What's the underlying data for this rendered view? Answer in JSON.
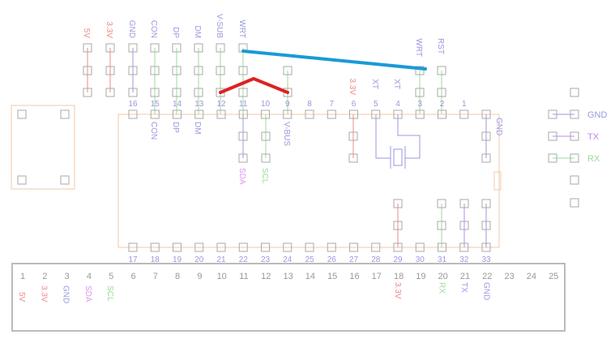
{
  "colors": {
    "power": "#ee8888",
    "signal": "#9999dd",
    "green": "#99dd99",
    "pink": "#dd99ee",
    "purple": "#bb88ee",
    "pad": "#aaaaaa",
    "outline": "#f0c8a8",
    "jumper_blue": "#1a9ad6",
    "jumper_red": "#dd2222",
    "frame": "#bbbbbb",
    "number": "#999999"
  },
  "header_labels": [
    {
      "text": "5V",
      "color": "power"
    },
    {
      "text": "3.3V",
      "color": "power"
    },
    {
      "text": "GND",
      "color": "signal"
    },
    {
      "text": "CON",
      "color": "signal"
    },
    {
      "text": "DP",
      "color": "signal"
    },
    {
      "text": "DM",
      "color": "signal"
    },
    {
      "text": "V-SUB",
      "color": "signal"
    },
    {
      "text": "WRT",
      "color": "signal"
    }
  ],
  "upper_right_labels": [
    {
      "text": "3.3V",
      "color": "power"
    },
    {
      "text": "XT",
      "color": "signal"
    },
    {
      "text": "XT",
      "color": "signal"
    },
    {
      "text": "WRT",
      "color": "signal"
    },
    {
      "text": "RST",
      "color": "signal"
    }
  ],
  "chip_top_pins": [
    "16",
    "15",
    "14",
    "13",
    "12",
    "11",
    "10",
    "9",
    "8",
    "7",
    "6",
    "5",
    "4",
    "3",
    "2",
    "1"
  ],
  "chip_bottom_pins": [
    "17",
    "18",
    "19",
    "20",
    "21",
    "22",
    "23",
    "24",
    "25",
    "26",
    "27",
    "28",
    "29",
    "30",
    "31",
    "32",
    "33"
  ],
  "under_labels": [
    {
      "text": "CON",
      "color": "signal"
    },
    {
      "text": "DP",
      "color": "signal"
    },
    {
      "text": "DM",
      "color": "signal"
    },
    {
      "text": "V-BUS",
      "color": "signal"
    },
    {
      "text": "SDA",
      "color": "pink"
    },
    {
      "text": "SCL",
      "color": "green"
    },
    {
      "text": "GND",
      "color": "signal"
    }
  ],
  "connector_labels": [
    {
      "text": "GND",
      "color": "signal"
    },
    {
      "text": "TX",
      "color": "purple"
    },
    {
      "text": "RX",
      "color": "green"
    }
  ],
  "bottom_numbers": [
    "1",
    "2",
    "3",
    "4",
    "5",
    "6",
    "7",
    "8",
    "9",
    "10",
    "11",
    "12",
    "13",
    "14",
    "15",
    "16",
    "17",
    "18",
    "19",
    "20",
    "21",
    "22",
    "23",
    "24",
    "25"
  ],
  "bottom_labels": [
    {
      "text": "5V",
      "color": "power"
    },
    {
      "text": "3.3V",
      "color": "power"
    },
    {
      "text": "GND",
      "color": "signal"
    },
    {
      "text": "SDA",
      "color": "pink"
    },
    {
      "text": "SCL",
      "color": "green"
    },
    {
      "text": "3.3V",
      "color": "power"
    },
    {
      "text": "RX",
      "color": "green"
    },
    {
      "text": "TX",
      "color": "purple"
    },
    {
      "text": "GND",
      "color": "signal"
    }
  ]
}
